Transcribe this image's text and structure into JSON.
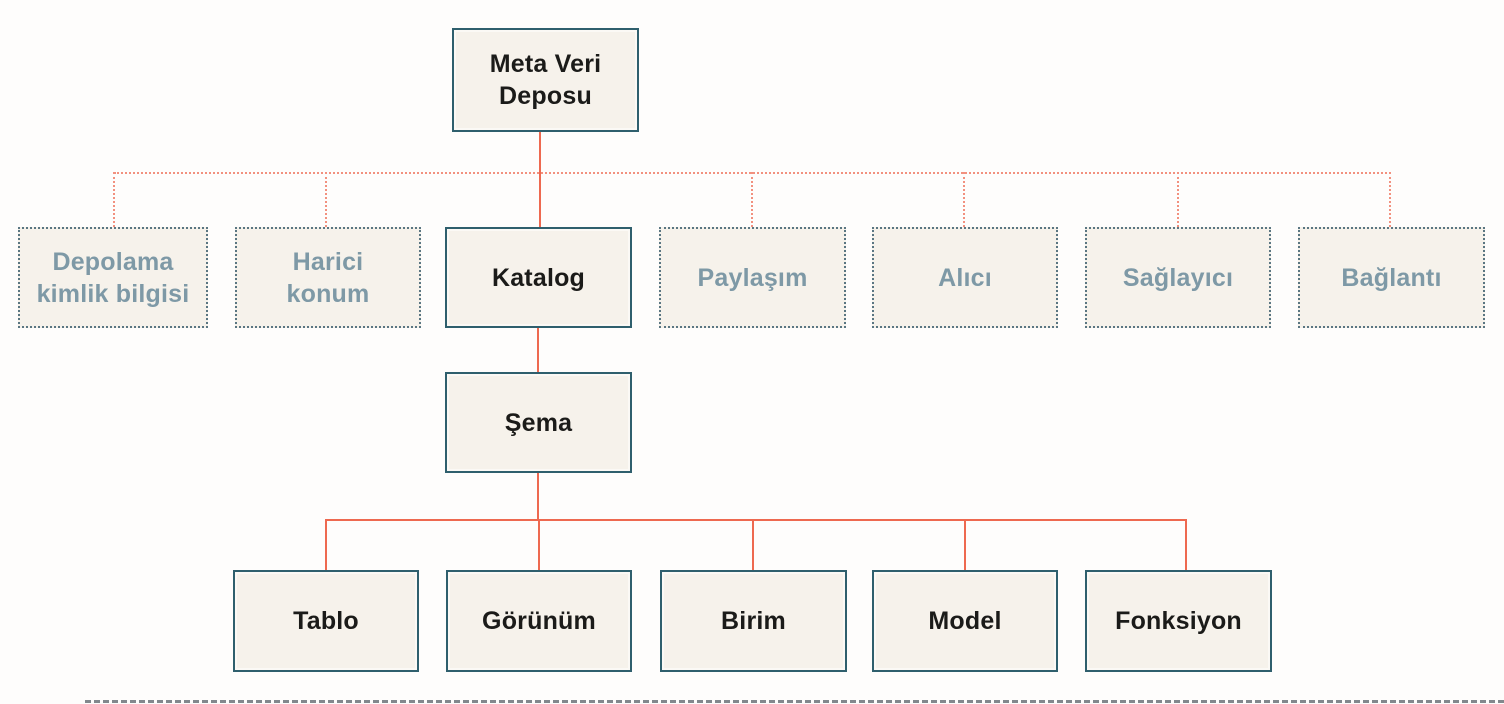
{
  "diagram": {
    "type": "hierarchy-tree",
    "root": {
      "label": "Meta Veri\nDeposu"
    },
    "level2": [
      {
        "id": "depolama",
        "label": "Depolama\nkimlik bilgisi",
        "variant": "dotted"
      },
      {
        "id": "harici",
        "label": "Harici\nkonum",
        "variant": "dotted"
      },
      {
        "id": "katalog",
        "label": "Katalog",
        "variant": "solid"
      },
      {
        "id": "paylasim",
        "label": "Paylaşım",
        "variant": "dotted"
      },
      {
        "id": "alici",
        "label": "Alıcı",
        "variant": "dotted"
      },
      {
        "id": "saglayici",
        "label": "Sağlayıcı",
        "variant": "dotted"
      },
      {
        "id": "baglanti",
        "label": "Bağlantı",
        "variant": "dotted"
      }
    ],
    "level3": {
      "label": "Şema"
    },
    "level4": [
      {
        "label": "Tablo"
      },
      {
        "label": "Görünüm"
      },
      {
        "label": "Birim"
      },
      {
        "label": "Model"
      },
      {
        "label": "Fonksiyon"
      }
    ],
    "colors": {
      "box_fill": "#f6f2eb",
      "solid_border": "#2f5f6d",
      "dotted_border": "#5a7682",
      "dark_text": "#1b1b19",
      "muted_text": "#7e99a6",
      "connector_solid": "#ee6950",
      "connector_dotted": "#f2917f",
      "background": "#fefdfc"
    }
  }
}
